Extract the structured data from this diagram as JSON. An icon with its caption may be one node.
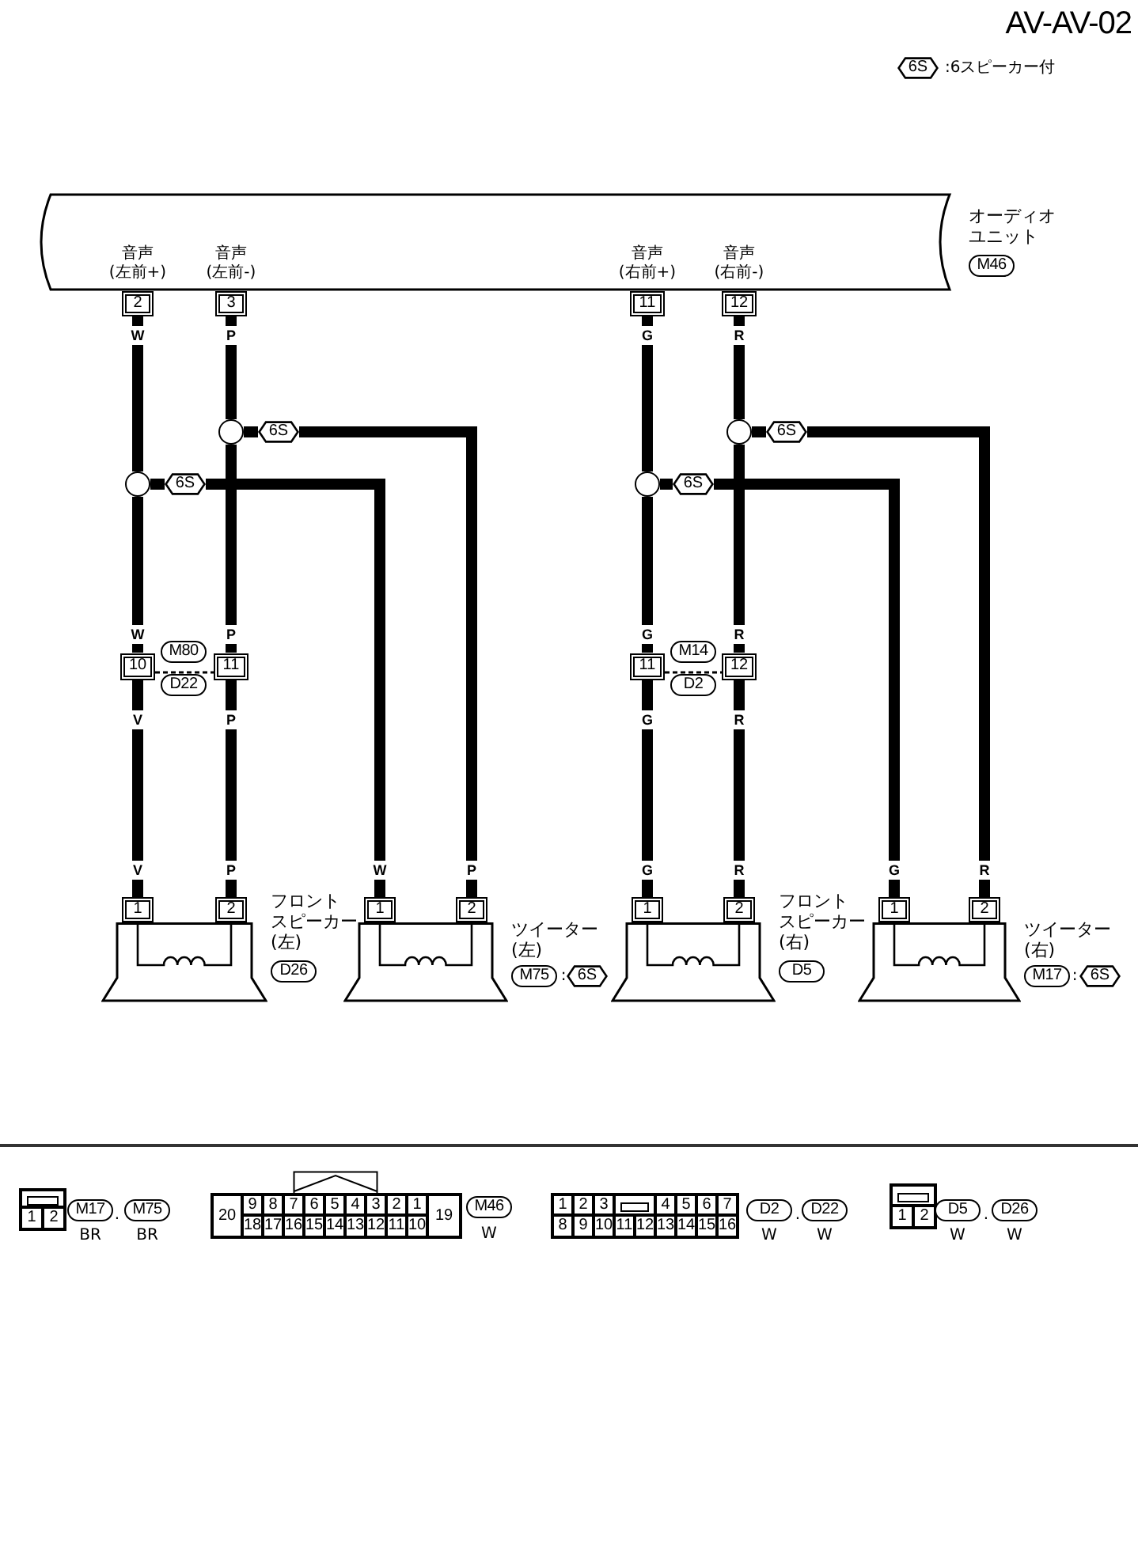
{
  "diagram": {
    "title": "AV-AV-02",
    "nodes": [
      {
        "text": [
          "音声",
          "(左前+)",
          "音声",
          "(左前-)",
          "音声",
          "(右前+)",
          "音声",
          "(右前-)"
        ],
        "beside": [
          "オーディオ",
          "ユニット",
          "M46"
        ]
      },
      {
        "text": [
          "2"
        ]
      },
      {
        "text": [
          "3"
        ]
      },
      {
        "text": [
          "11"
        ]
      },
      {
        "text": [
          "12"
        ]
      },
      {
        "text": [],
        "shape": "circle"
      },
      {
        "text": [],
        "shape": "circle"
      },
      {
        "text": [],
        "shape": "circle"
      },
      {
        "text": [],
        "shape": "circle"
      },
      {
        "text": [
          "10"
        ]
      },
      {
        "text": [
          "11"
        ]
      },
      {
        "text": [
          "11"
        ]
      },
      {
        "text": [
          "12"
        ]
      },
      {
        "text": [],
        "shape": "speaker",
        "beside": [
          "フロント",
          "スピーカー",
          "(左)",
          "D26"
        ]
      },
      {
        "text": [
          "1"
        ]
      },
      {
        "text": [
          "2"
        ]
      },
      {
        "text": [],
        "shape": "speaker",
        "beside": [
          "ツイーター",
          "(左)",
          "M75"
        ]
      },
      {
        "text": [
          "1"
        ]
      },
      {
        "text": [
          "2"
        ]
      },
      {
        "text": [],
        "shape": "speaker",
        "beside": [
          "フロント",
          "スピーカー",
          "(右)",
          "D5"
        ]
      },
      {
        "text": [
          "1"
        ]
      },
      {
        "text": [
          "2"
        ]
      },
      {
        "text": [],
        "shape": "speaker",
        "beside": [
          "ツイーター",
          "(右)",
          "M17"
        ]
      },
      {
        "text": [
          "1"
        ]
      },
      {
        "text": [
          "2"
        ]
      },
      {
        "text": [
          "1",
          "2"
        ],
        "beside": [
          "M17",
          ".",
          "M75",
          "BR",
          "BR"
        ]
      },
      {
        "text": [
          "20",
          "9",
          "8",
          "7",
          "6",
          "5",
          "4",
          "3",
          "2",
          "1",
          "19",
          "18",
          "17",
          "16",
          "15",
          "14",
          "13",
          "12",
          "11",
          "10"
        ],
        "beside": [
          "M46",
          "W"
        ]
      },
      {
        "text": [
          "1",
          "2",
          "3",
          "4",
          "5",
          "6",
          "7",
          "8",
          "9",
          "10",
          "11",
          "12",
          "13",
          "14",
          "15",
          "16"
        ],
        "beside": [
          "D2",
          ".",
          "D22",
          "W",
          "W"
        ]
      },
      {
        "text": [
          "1",
          "2"
        ],
        "beside": [
          "D5",
          ".",
          "D26",
          "W",
          "W"
        ]
      }
    ],
    "edges": [
      {
        "from": 1,
        "to": 5,
        "arrow": "none"
      },
      {
        "from": 5,
        "to": 9,
        "arrow": "none"
      },
      {
        "from": 2,
        "to": 6,
        "arrow": "none"
      },
      {
        "from": 6,
        "to": 10,
        "arrow": "none"
      },
      {
        "from": 6,
        "to": 18,
        "arrow": "none",
        "label": "6S"
      },
      {
        "from": 5,
        "to": 17,
        "arrow": "none",
        "label": "6S"
      },
      {
        "from": 9,
        "to": 14,
        "arrow": "none"
      },
      {
        "from": 10,
        "to": 15,
        "arrow": "none"
      },
      {
        "from": 3,
        "to": 7,
        "arrow": "none"
      },
      {
        "from": 7,
        "to": 11,
        "arrow": "none"
      },
      {
        "from": 4,
        "to": 8,
        "arrow": "none"
      },
      {
        "from": 8,
        "to": 12,
        "arrow": "none"
      },
      {
        "from": 8,
        "to": 24,
        "arrow": "none",
        "label": "6S"
      },
      {
        "from": 7,
        "to": 23,
        "arrow": "none",
        "label": "6S"
      },
      {
        "from": 11,
        "to": 20,
        "arrow": "none"
      },
      {
        "from": 12,
        "to": 21,
        "arrow": "none"
      },
      {
        "from": 9,
        "to": 10,
        "arrow": "none",
        "style": "dashed"
      },
      {
        "from": 11,
        "to": 12,
        "arrow": "none",
        "style": "dashed"
      }
    ],
    "labels": [
      "6S",
      ":6スピーカー付",
      "W",
      "P",
      "G",
      "R",
      "W",
      "P",
      "G",
      "R",
      "M80",
      "D22",
      "M14",
      "D2",
      "V",
      "P",
      "G",
      "R",
      "V",
      "P",
      "W",
      "P",
      "G",
      "R",
      "G",
      "R",
      ":",
      "6S",
      ":",
      "6S"
    ]
  }
}
